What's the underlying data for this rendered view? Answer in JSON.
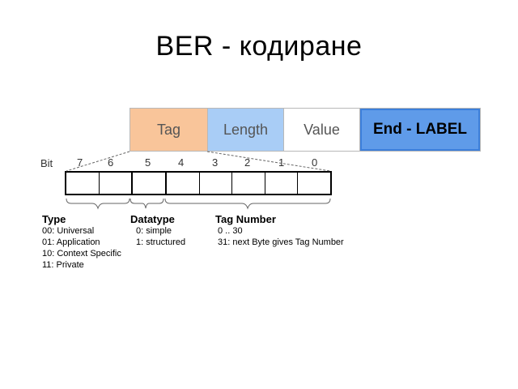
{
  "title": "BER - кодиране",
  "strip": {
    "tag": "Tag",
    "length": "Length",
    "value": "Value",
    "end": "End - LABEL"
  },
  "bits": {
    "label": "Bit",
    "numbers": [
      "7",
      "6",
      "5",
      "4",
      "3",
      "2",
      "1",
      "0"
    ]
  },
  "type": {
    "heading": "Type",
    "rows": [
      "00: Universal",
      "01: Application",
      "10: Context Specific",
      "11: Private"
    ]
  },
  "datatype": {
    "heading": "Datatype",
    "rows": [
      "0: simple",
      "1: structured"
    ]
  },
  "tag_number": {
    "heading": "Tag Number",
    "rows": [
      "0 .. 30",
      "31: next Byte gives Tag Number"
    ]
  },
  "colors": {
    "tag": "#f9c59a",
    "length": "#a9cdf6",
    "end": "#5f9be9"
  }
}
